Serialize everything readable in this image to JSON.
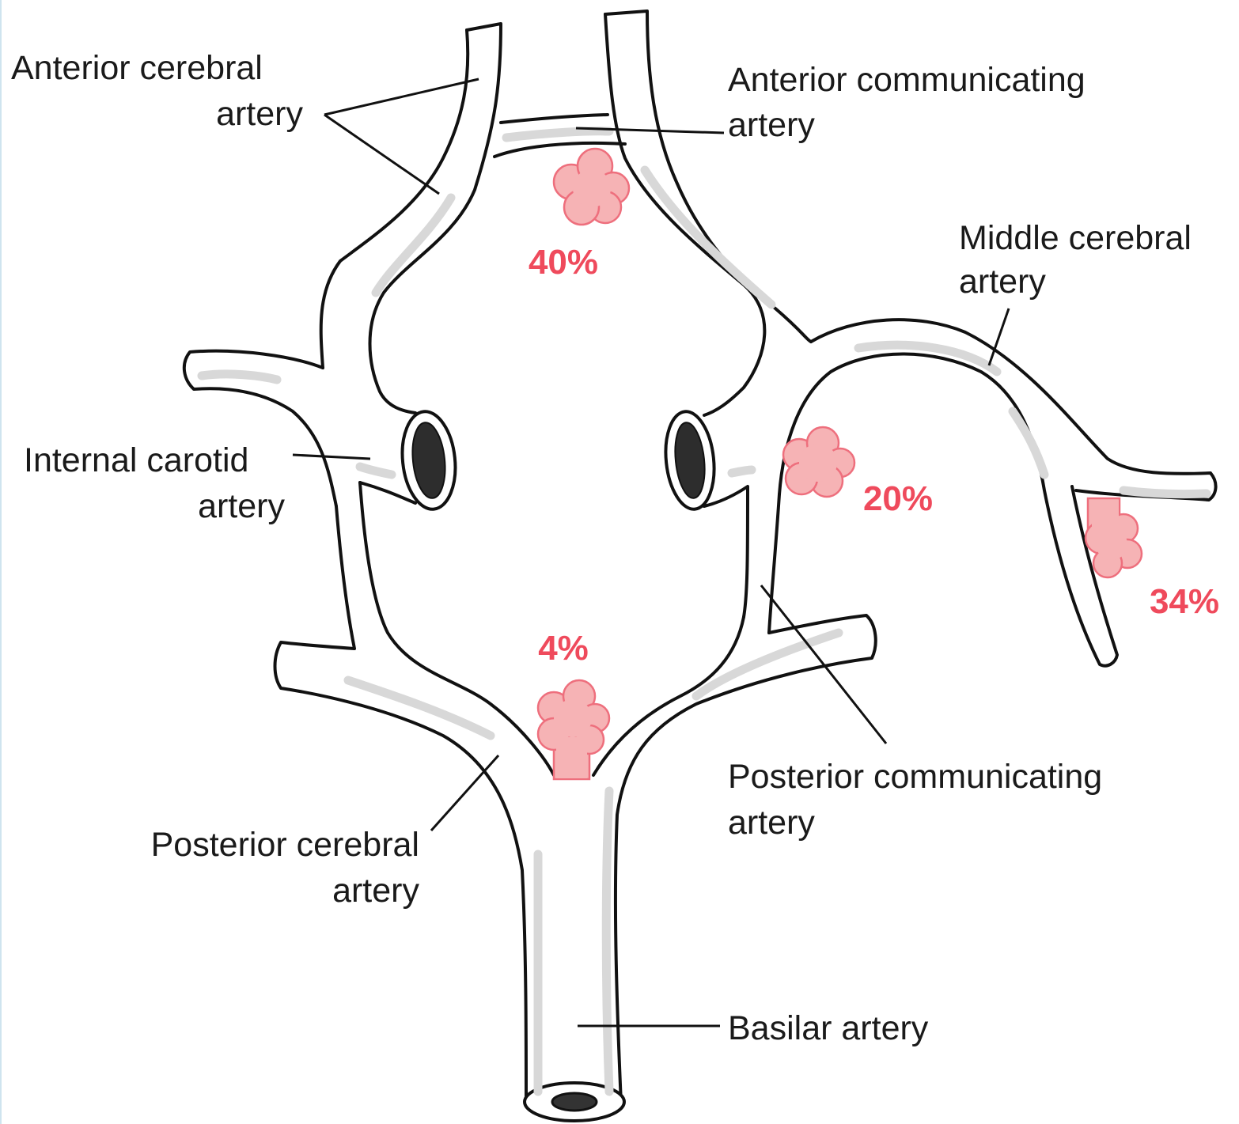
{
  "labels": {
    "anterior_cerebral": [
      "Anterior cerebral",
      "artery"
    ],
    "anterior_communicating": [
      "Anterior communicating",
      "artery"
    ],
    "middle_cerebral": [
      "Middle cerebral",
      "artery"
    ],
    "internal_carotid": [
      "Internal carotid",
      "artery"
    ],
    "posterior_communicating": [
      "Posterior communicating",
      "artery"
    ],
    "posterior_cerebral": [
      "Posterior cerebral",
      "artery"
    ],
    "basilar": "Basilar artery"
  },
  "aneurysm_frequencies": {
    "anterior_communicating": "40%",
    "posterior_communicating": "20%",
    "middle_cerebral": "34%",
    "basilar_tip": "4%"
  },
  "colors": {
    "outline": "#111111",
    "aneurysm_fill": "#f6b3b5",
    "percent_text": "#ef4a5c",
    "shading": "#d8d8d8"
  }
}
